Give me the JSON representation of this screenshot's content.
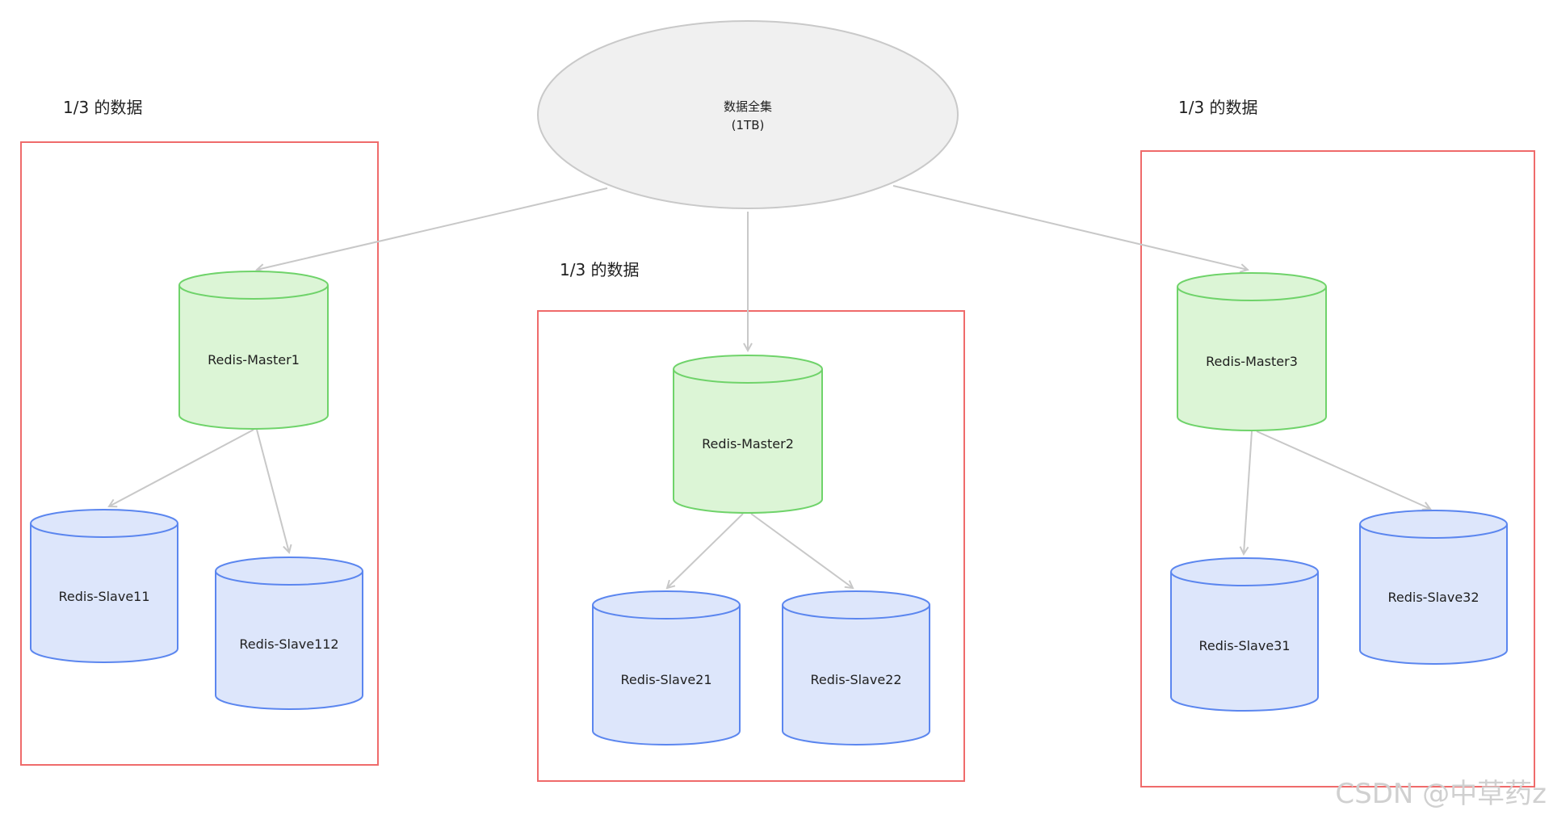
{
  "root": {
    "title": "数据全集",
    "subtitle": "(1TB)",
    "fill": "#f0f0f0",
    "stroke": "#c9c9c9"
  },
  "shards": [
    {
      "label": "1/3 的数据",
      "master": "Redis-Master1",
      "slaves": [
        "Redis-Slave11",
        "Redis-Slave112"
      ]
    },
    {
      "label": "1/3 的数据",
      "master": "Redis-Master2",
      "slaves": [
        "Redis-Slave21",
        "Redis-Slave22"
      ]
    },
    {
      "label": "1/3 的数据",
      "master": "Redis-Master3",
      "slaves": [
        "Redis-Slave31",
        "Redis-Slave32"
      ]
    }
  ],
  "colors": {
    "box_stroke": "#ef6b6b",
    "master_fill": "#dcf5d6",
    "master_stroke": "#6fd36a",
    "slave_fill": "#dde6fb",
    "slave_stroke": "#5b86ef",
    "arrow": "#c8c8c8"
  },
  "watermark": "CSDN @中草药z"
}
